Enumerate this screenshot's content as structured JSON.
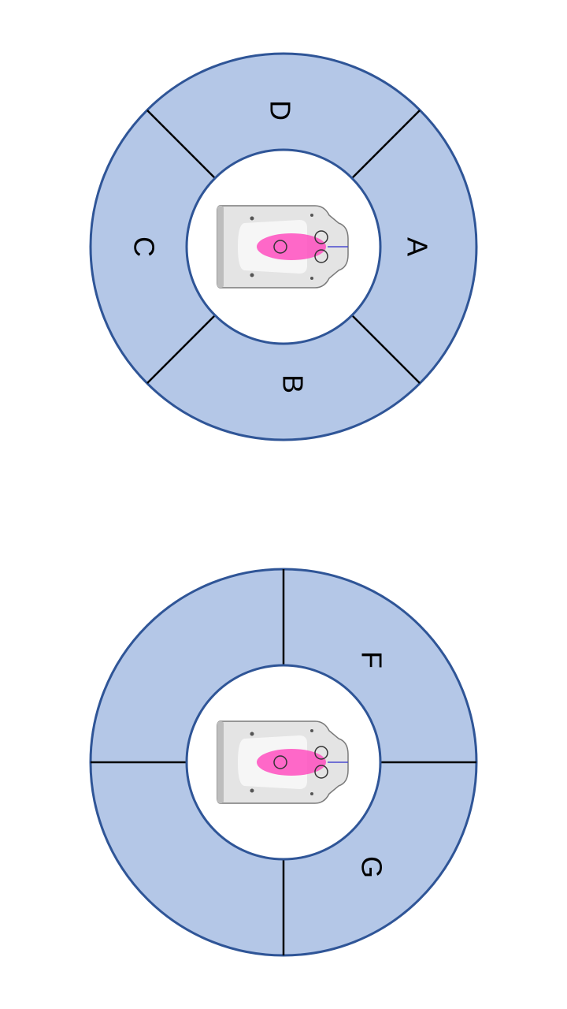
{
  "diagrams": [
    {
      "name": "ring-top",
      "sector_labels": {
        "a": "A",
        "b": "B",
        "c": "C",
        "d": "D"
      }
    },
    {
      "name": "ring-bottom",
      "sector_labels": {
        "f": "F",
        "g": "G"
      }
    }
  ],
  "colors": {
    "ring_fill": "#b4c7e7",
    "ring_stroke": "#2f5597",
    "divider": "#000000",
    "hub": "#ffffff",
    "robot_highlight": "#ff4fc0"
  },
  "icons": {
    "robot": "robot-mower-top-view-icon"
  }
}
